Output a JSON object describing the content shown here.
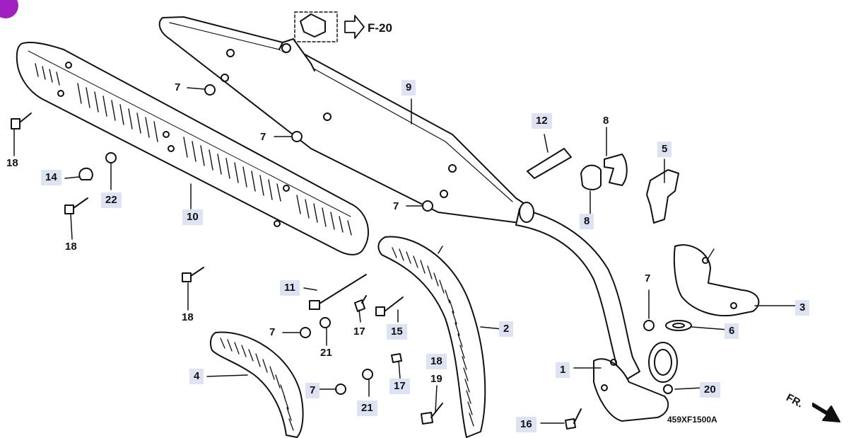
{
  "diagram": {
    "reference": "F-20",
    "part_code": "459XF1500A",
    "direction_label": "FR.",
    "callouts": [
      {
        "id": "c9",
        "text": "9"
      },
      {
        "id": "c12",
        "text": "12"
      },
      {
        "id": "c8a",
        "text": "8"
      },
      {
        "id": "c8b",
        "text": "8"
      },
      {
        "id": "c5",
        "text": "5"
      },
      {
        "id": "c10",
        "text": "10"
      },
      {
        "id": "c14",
        "text": "14"
      },
      {
        "id": "c22",
        "text": "22"
      },
      {
        "id": "c18a",
        "text": "18"
      },
      {
        "id": "c18b",
        "text": "18"
      },
      {
        "id": "c18c",
        "text": "18"
      },
      {
        "id": "c18d",
        "text": "18"
      },
      {
        "id": "c7a",
        "text": "7"
      },
      {
        "id": "c7b",
        "text": "7"
      },
      {
        "id": "c7c",
        "text": "7"
      },
      {
        "id": "c7d",
        "text": "7"
      },
      {
        "id": "c7e",
        "text": "7"
      },
      {
        "id": "c7f",
        "text": "7"
      },
      {
        "id": "c11",
        "text": "11"
      },
      {
        "id": "c17a",
        "text": "17"
      },
      {
        "id": "c17b",
        "text": "17"
      },
      {
        "id": "c15",
        "text": "15"
      },
      {
        "id": "c21a",
        "text": "21"
      },
      {
        "id": "c21b",
        "text": "21"
      },
      {
        "id": "c2",
        "text": "2"
      },
      {
        "id": "c4",
        "text": "4"
      },
      {
        "id": "c19",
        "text": "19"
      },
      {
        "id": "c3",
        "text": "3"
      },
      {
        "id": "c6",
        "text": "6"
      },
      {
        "id": "c1",
        "text": "1"
      },
      {
        "id": "c20",
        "text": "20"
      },
      {
        "id": "c16",
        "text": "16"
      }
    ]
  }
}
